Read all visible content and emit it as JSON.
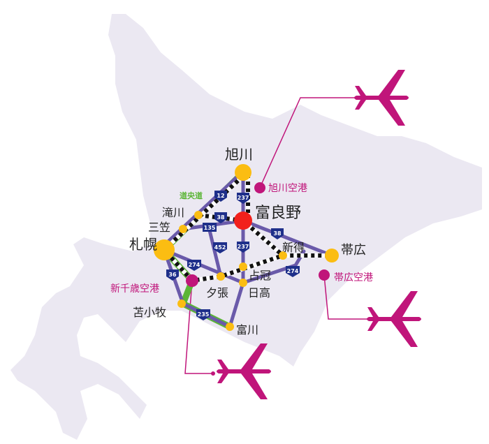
{
  "colors": {
    "land": "#ebe8f2",
    "road": "#6a5aaa",
    "expressway": "#5bb536",
    "city": "#fbbd12",
    "hub": "#f2201c",
    "airport": "#c0157a",
    "shield": "#1e2f8a"
  },
  "cities": {
    "asahikawa": "旭川",
    "furano": "富良野",
    "takikawa": "滝川",
    "mikasa": "三笠",
    "sapporo": "札幌",
    "yubari": "夕張",
    "shimukappu": "占冠",
    "hidaka": "日高",
    "shintoku": "新得",
    "obihiro": "帯広",
    "tomakomai": "苫小牧",
    "tomikawa": "富川"
  },
  "airports": {
    "asahikawa": "旭川空港",
    "chitose": "新千歳空港",
    "obihiro": "帯広空港"
  },
  "expressway_label": "道央道",
  "routes": {
    "r12": "12",
    "r237a": "237",
    "r237b": "237",
    "r38a": "38",
    "r38b": "38",
    "r135": "135",
    "r452": "452",
    "r274a": "274",
    "r274b": "274",
    "r36": "36",
    "r235": "235"
  },
  "icons": [
    "airplane-icon",
    "airplane-icon",
    "airplane-icon"
  ]
}
